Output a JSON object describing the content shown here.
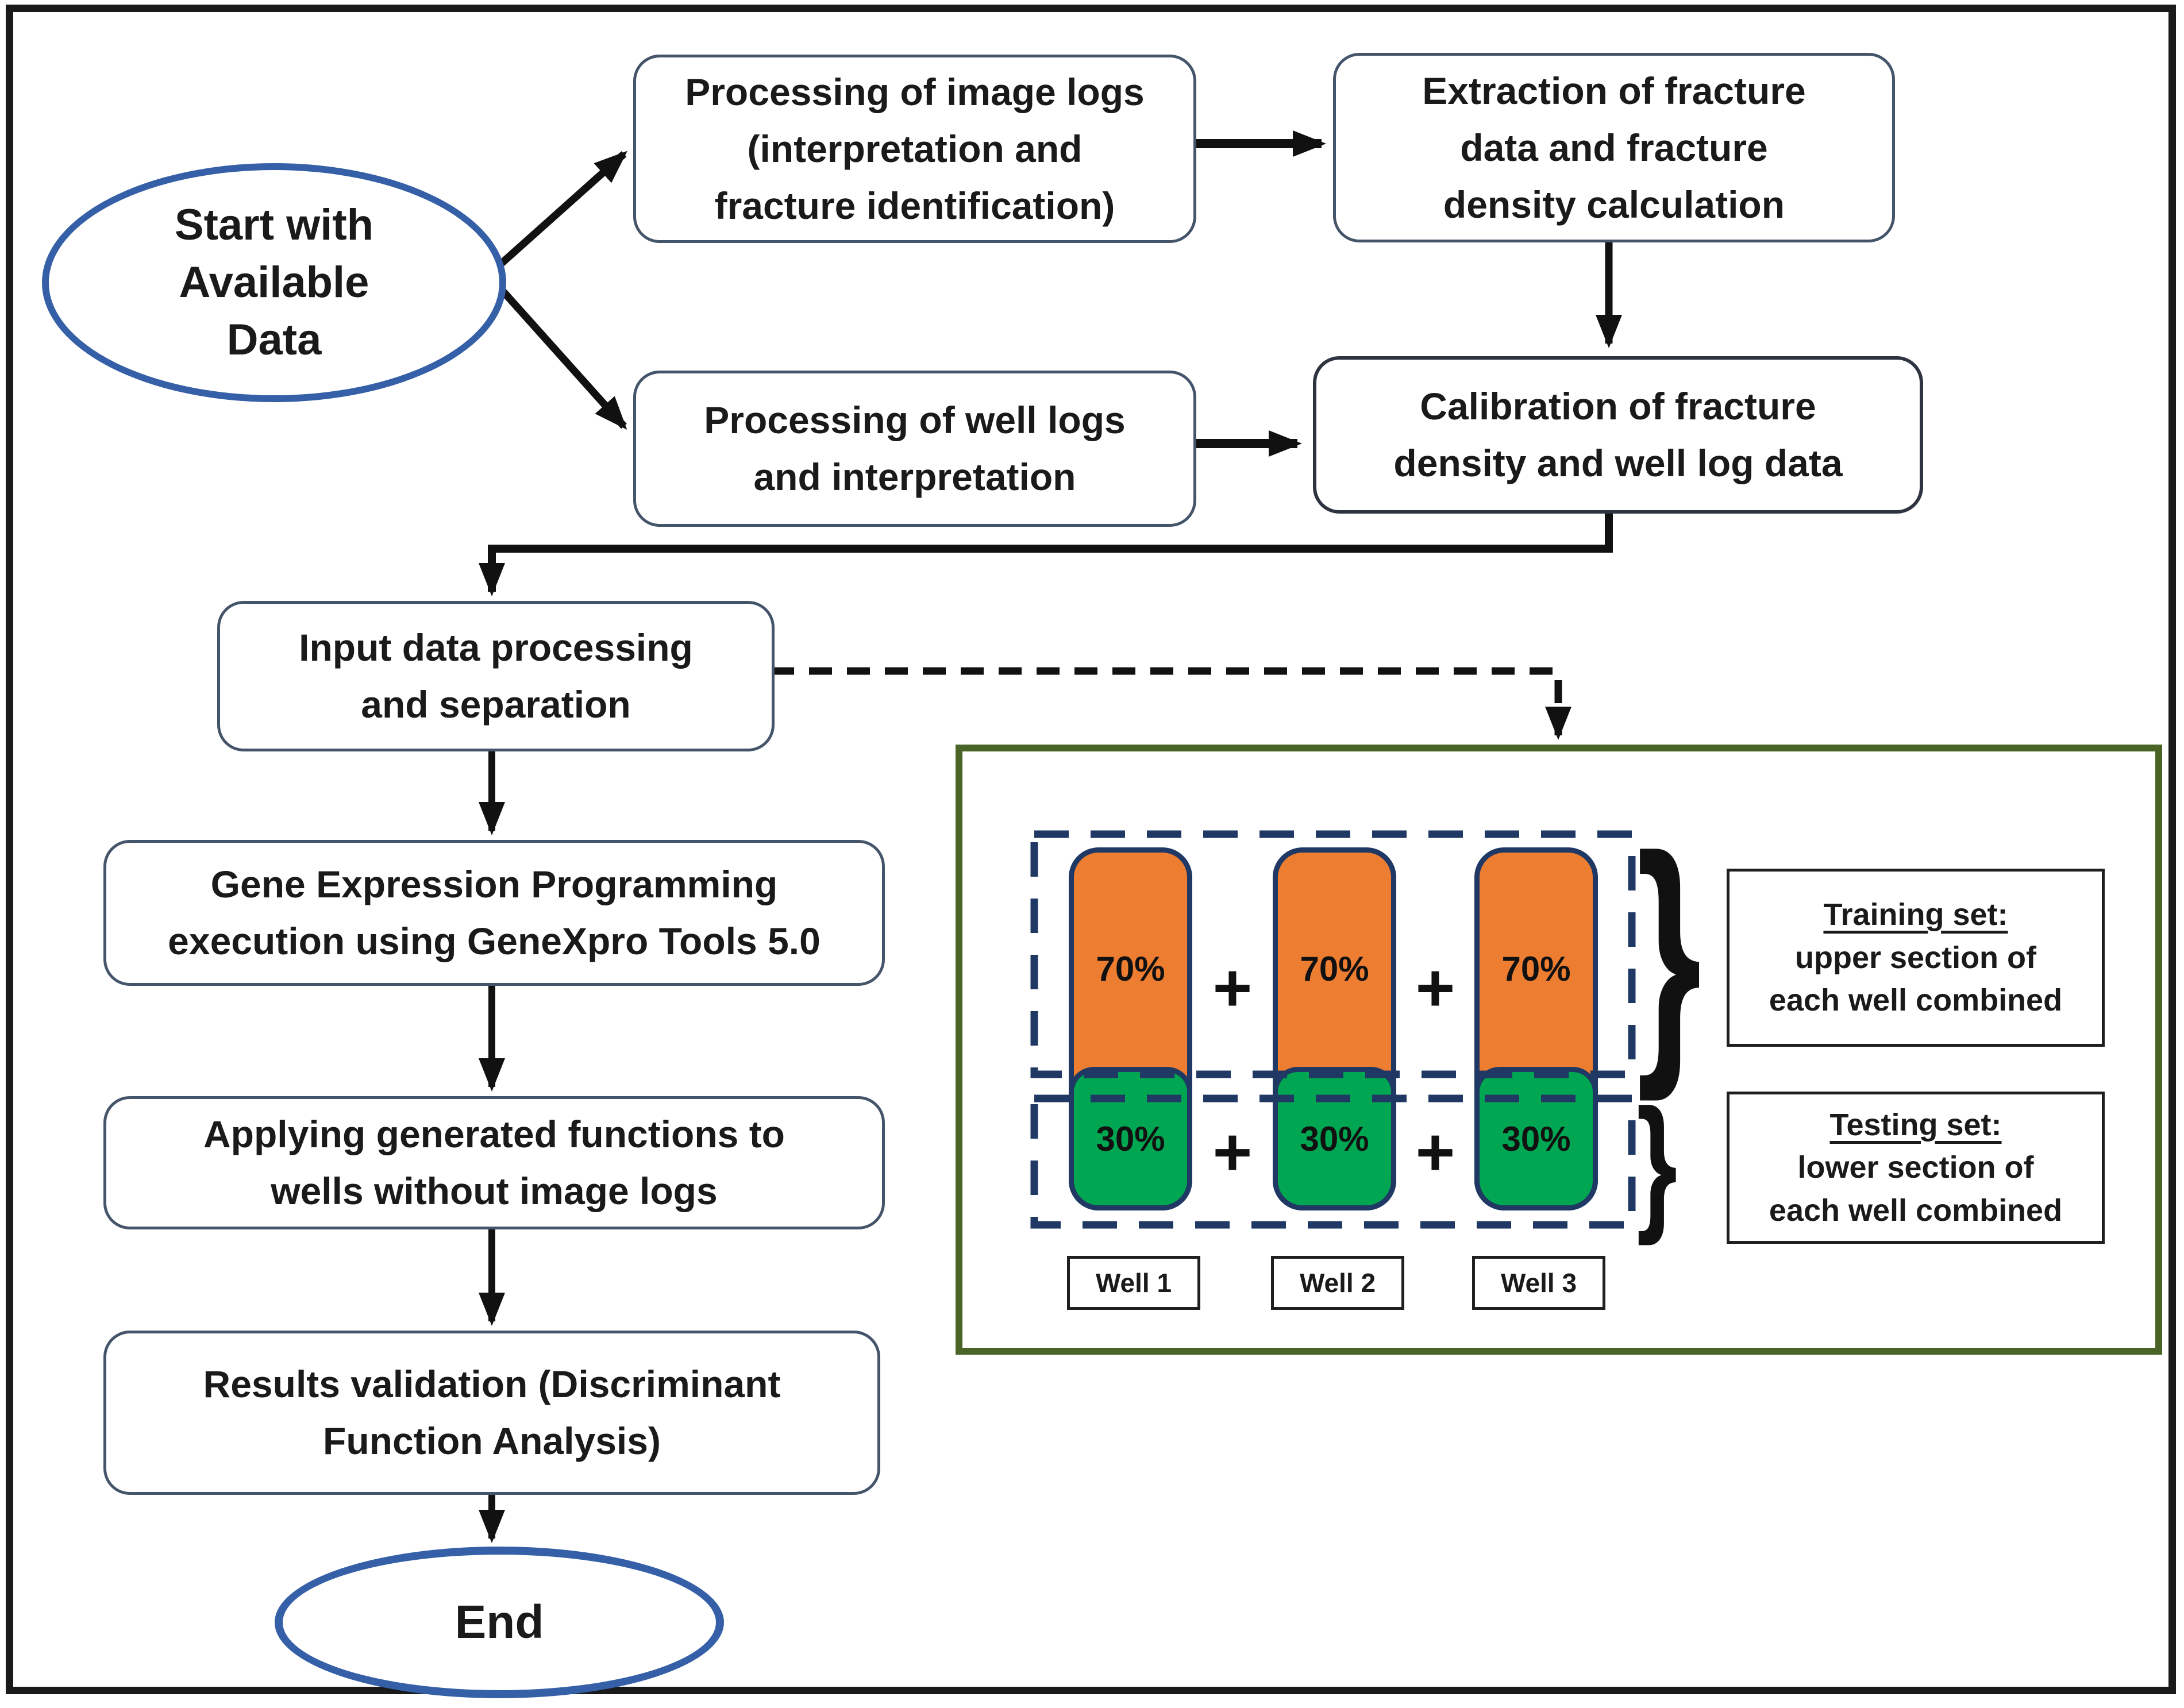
{
  "nodes": {
    "start": "Start with\nAvailable\nData",
    "image_logs": "Processing of image logs\n(interpretation and\nfracture identification)",
    "extraction": "Extraction of fracture\ndata and fracture\ndensity calculation",
    "well_logs": "Processing of well logs\nand interpretation",
    "calibration": "Calibration of fracture\ndensity and well log data",
    "input_separation": "Input data processing\nand separation",
    "gep": "Gene Expression Programming\nexecution using GeneXpro Tools 5.0",
    "applying": "Applying generated functions to\nwells without image logs",
    "validation": "Results validation (Discriminant\nFunction Analysis)",
    "end": "End"
  },
  "panel": {
    "plus": "+",
    "brace": "}",
    "wells": [
      {
        "label": "Well 1",
        "upper": "70%",
        "lower": "30%"
      },
      {
        "label": "Well 2",
        "upper": "70%",
        "lower": "30%"
      },
      {
        "label": "Well 3",
        "upper": "70%",
        "lower": "30%"
      }
    ],
    "training": {
      "title": "Training set:",
      "desc": "upper section of\neach well combined"
    },
    "testing": {
      "title": "Testing set:",
      "desc": "lower section of\neach well combined"
    }
  },
  "colors": {
    "upper_fill": "#ED7D31",
    "lower_fill": "#00A651",
    "navy": "#1F3864",
    "panel_border": "#4A6428",
    "terminal_border": "#3560A8",
    "box_border": "#44546A"
  }
}
